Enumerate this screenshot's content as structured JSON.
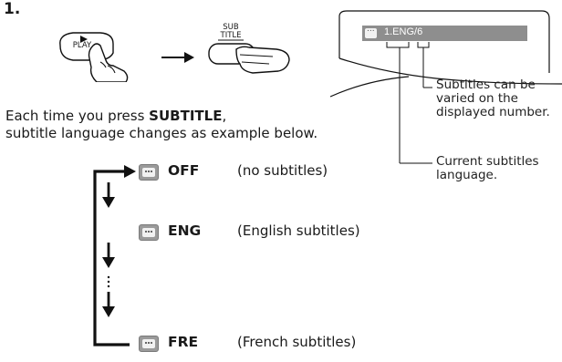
{
  "step": {
    "number": "1."
  },
  "buttons": {
    "play_label": "PLAY",
    "subtitle_label_line1": "SUB",
    "subtitle_label_line2": "TITLE"
  },
  "screen": {
    "display_text": "1.ENG/6",
    "callouts": {
      "varied": [
        "Subtitles can be",
        "varied on the",
        "displayed number."
      ],
      "current": [
        "Current subtitles",
        "language."
      ]
    }
  },
  "description": {
    "line1_prefix": "Each time you press ",
    "line1_bold": "SUBTITLE",
    "line1_suffix": ",",
    "line2": "subtitle language changes as example below."
  },
  "sequence": [
    {
      "code": "OFF",
      "note": "(no subtitles)"
    },
    {
      "code": "ENG",
      "note": "(English subtitles)"
    },
    {
      "code": "FRE",
      "note": "(French subtitles)"
    }
  ]
}
